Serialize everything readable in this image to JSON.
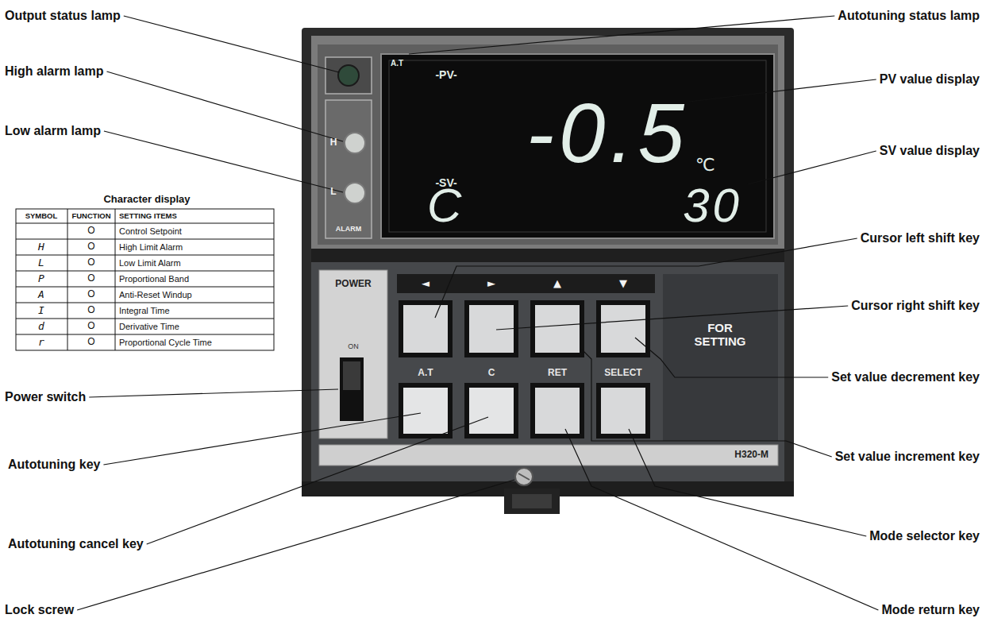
{
  "diagram": {
    "nodes": [
      {
        "text": [
          "A.T",
          "-PV-",
          "-0.5",
          "℃",
          "-SV-",
          "C",
          "30"
        ]
      },
      {
        "text": [
          "H",
          "L",
          "ALARM"
        ]
      },
      {
        "text": [
          "POWER",
          "ON"
        ]
      },
      {
        "text": [
          "H320-M"
        ]
      }
    ],
    "labels": [
      "Output status lamp",
      "High alarm lamp",
      "Low alarm lamp",
      "Character display",
      "SYMBOL",
      "FUNCTION",
      "SETTING ITEMS",
      "O",
      "Control Setpoint",
      "H",
      "O",
      "High Limit Alarm",
      "L",
      "O",
      "Low Limit Alarm",
      "P",
      "O",
      "Proportional Band",
      "A",
      "O",
      "Anti-Reset Windup",
      "I",
      "O",
      "Integral Time",
      "d",
      "O",
      "Derivative Time",
      "r",
      "O",
      "Proportional Cycle Time",
      "Power switch",
      "Autotuning key",
      "Autotuning cancel key",
      "Lock screw",
      "Autotuning status lamp",
      "PV value display",
      "SV value display",
      "Cursor left shift key",
      "Cursor right shift key",
      "Set value decrement key",
      "Set value increment key",
      "Mode selector key",
      "Mode return key",
      "◄",
      "►",
      "▲",
      "▼",
      "A.T",
      "C",
      "RET",
      "SELECT",
      "FOR SETTING"
    ]
  }
}
